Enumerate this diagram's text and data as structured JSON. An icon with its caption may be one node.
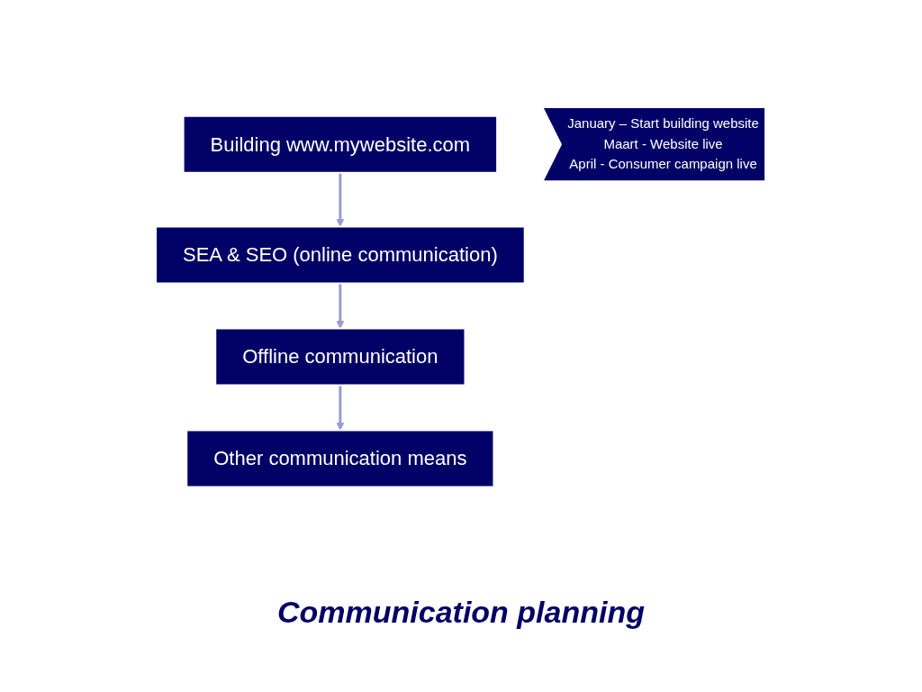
{
  "diagram": {
    "caption": "Communication planning",
    "nodes": [
      {
        "text": [
          "Building www.mywebsite.com"
        ]
      },
      {
        "text": [
          "SEA & SEO (online communication)"
        ]
      },
      {
        "text": [
          "Offline communication"
        ]
      },
      {
        "text": [
          "Other communication means"
        ]
      },
      {
        "text": [
          "January – Start building website",
          "Maart - Website live",
          "April - Consumer campaign live"
        ]
      }
    ],
    "edges": [
      {
        "from": 0,
        "to": 1,
        "arrow": "to"
      },
      {
        "from": 1,
        "to": 2,
        "arrow": "to"
      },
      {
        "from": 2,
        "to": 3,
        "arrow": "to"
      }
    ]
  }
}
